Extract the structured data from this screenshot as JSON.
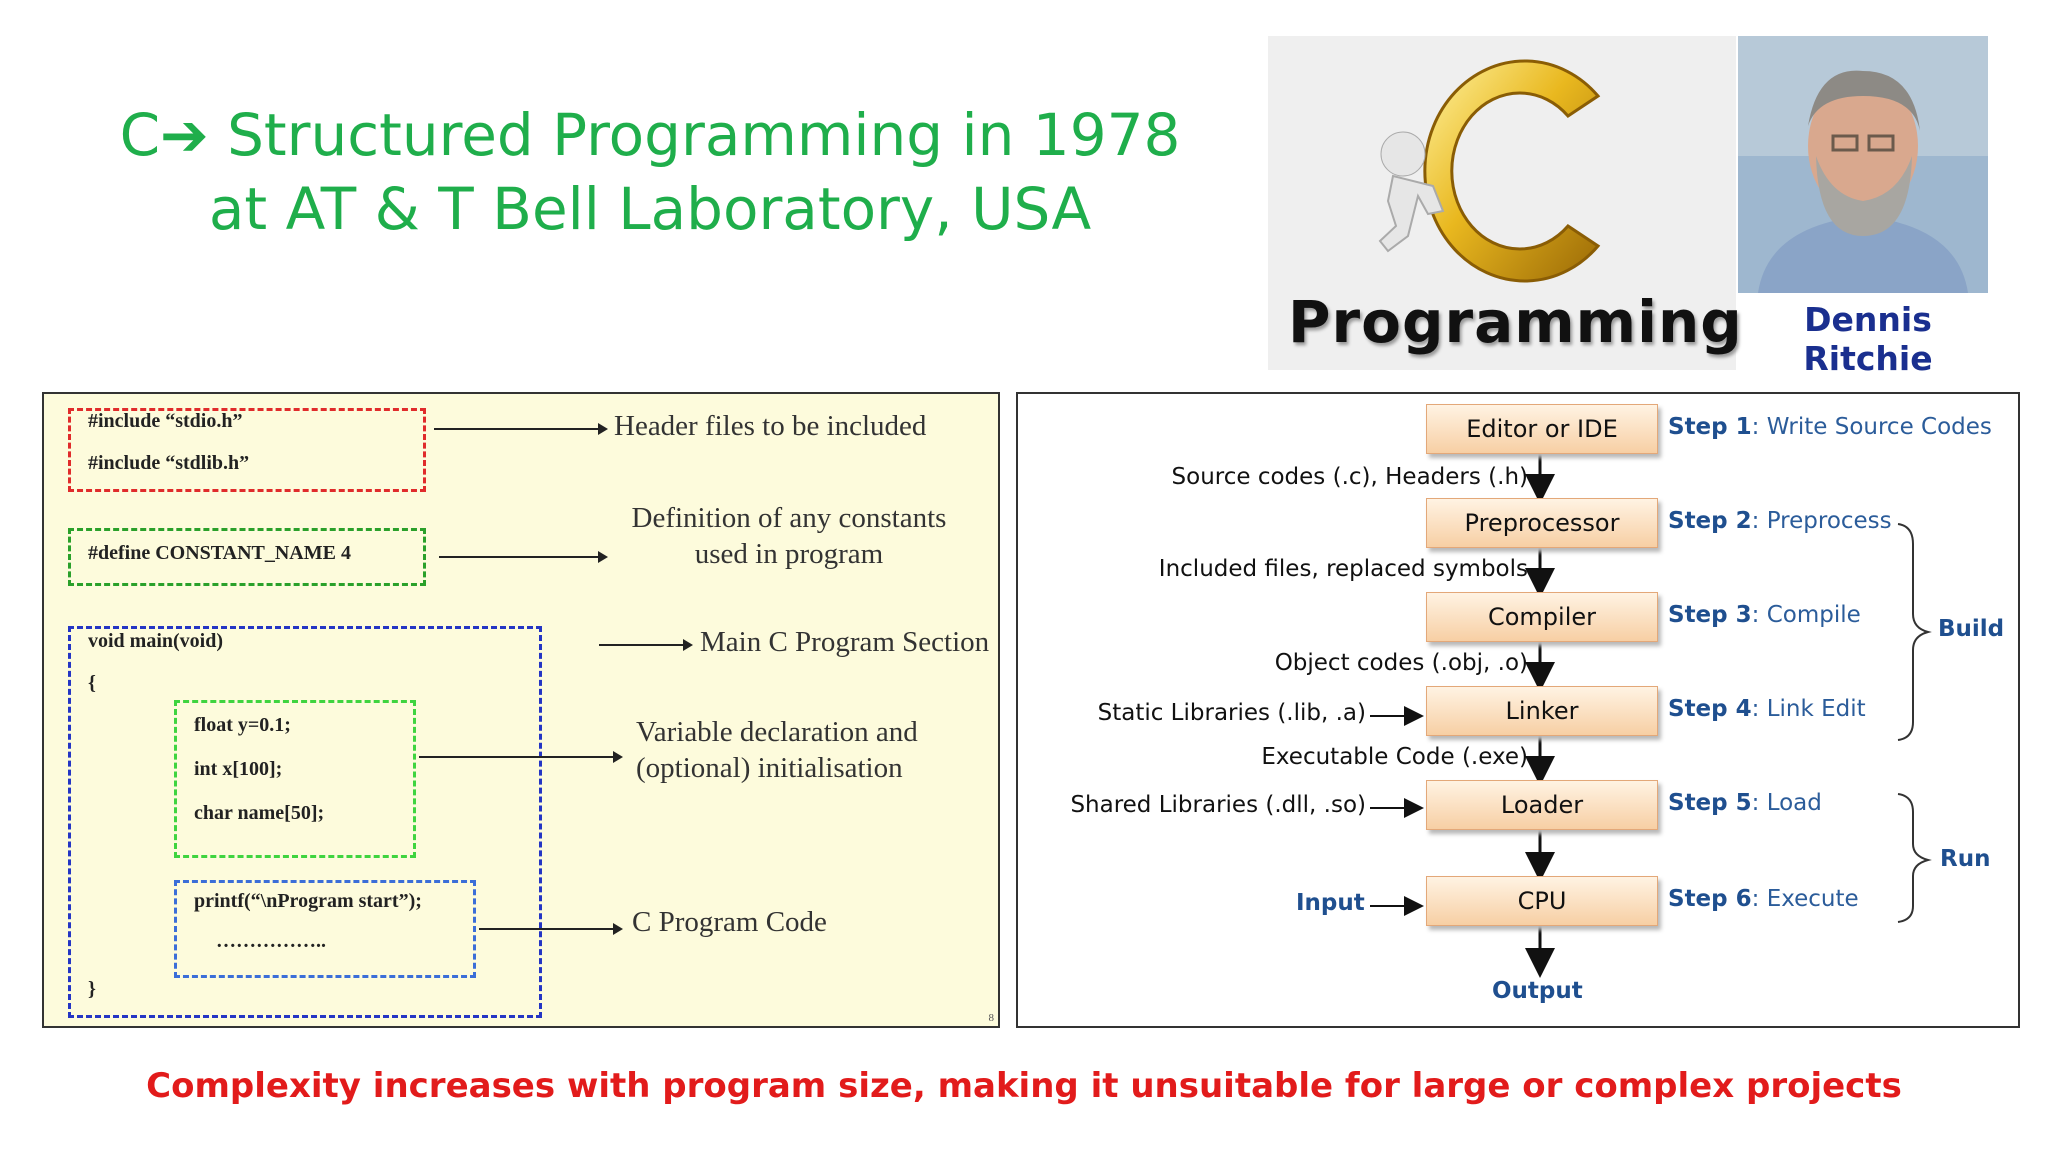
{
  "title": {
    "line1": "C➔ Structured Programming in 1978",
    "line2": "at AT & T Bell Laboratory, USA"
  },
  "logo": {
    "word": "Programming",
    "letter": "C"
  },
  "person": {
    "name": "Dennis Ritchie"
  },
  "code_panel": {
    "code_lines": {
      "include1": "#include “stdio.h”",
      "include2": "#include “stdlib.h”",
      "define": "#define CONSTANT_NAME  4",
      "main": "void main(void)",
      "open_brace": "{",
      "float": "float y=0.1;",
      "int": "int x[100];",
      "char": "char name[50];",
      "printf": "printf(“\\nProgram start”);",
      "dots": "……………..",
      "close_brace": "}"
    },
    "notes": {
      "header": "Header files to be included",
      "define_1": "Definition of any constants",
      "define_2": "used in program",
      "main": "Main C Program Section",
      "var_1": "Variable declaration and",
      "var_2": "(optional) initialisation",
      "code": "C Program Code"
    },
    "page_number": "8"
  },
  "flow": {
    "boxes": [
      "Editor or IDE",
      "Preprocessor",
      "Compiler",
      "Linker",
      "Loader",
      "CPU"
    ],
    "between": [
      "Source codes (.c), Headers (.h)",
      "Included files, replaced symbols",
      "Object codes (.obj, .o)",
      "Executable Code (.exe)"
    ],
    "inputs": {
      "static": "Static Libraries (.lib, .a)",
      "shared": "Shared Libraries (.dll, .so)",
      "input": "Input",
      "output": "Output"
    },
    "steps": [
      {
        "num": "Step 1",
        "text": ": Write Source Codes"
      },
      {
        "num": "Step 2",
        "text": ": Preprocess"
      },
      {
        "num": "Step 3",
        "text": ": Compile"
      },
      {
        "num": "Step 4",
        "text": ": Link Edit"
      },
      {
        "num": "Step 5",
        "text": ": Load"
      },
      {
        "num": "Step 6",
        "text": ": Execute"
      }
    ],
    "groups": {
      "build": "Build",
      "run": "Run"
    }
  },
  "footer": "Complexity increases with program size, making it unsuitable for large or complex projects"
}
